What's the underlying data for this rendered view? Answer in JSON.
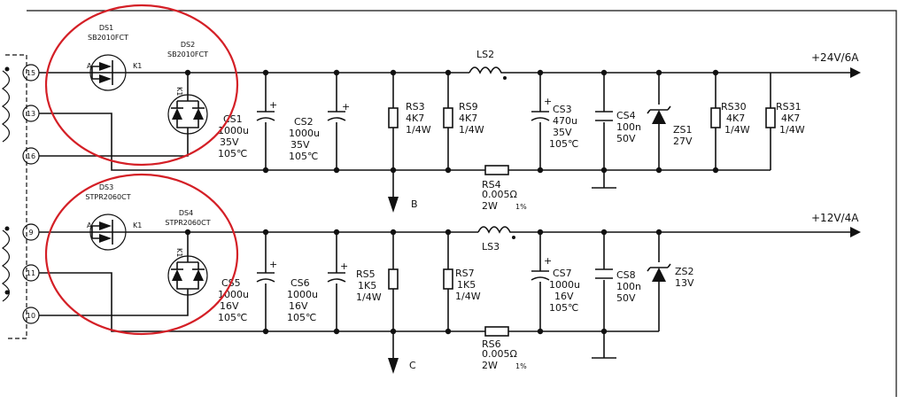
{
  "highlight_color": "#d41f26",
  "wire_color": "#111111",
  "transformer_pins": [
    "15",
    "13",
    "16",
    "9",
    "11",
    "10"
  ],
  "rails": [
    {
      "id": "top",
      "label": "+24V/6A"
    },
    {
      "id": "bottom",
      "label": "+12V/4A"
    }
  ],
  "nodes": {
    "b": "B",
    "c": "C"
  },
  "components": {
    "ds1": {
      "ref": "DS1",
      "part": "SB2010FCT",
      "pin_a": "A",
      "pin_k": "K1"
    },
    "ds2": {
      "ref": "DS2",
      "part": "SB2010FCT",
      "pin_k": "K1"
    },
    "ds3": {
      "ref": "DS3",
      "part": "STPR2060CT",
      "pin_a": "A",
      "pin_k": "K1"
    },
    "ds4": {
      "ref": "DS4",
      "part": "STPR2060CT",
      "pin_k": "K1"
    },
    "cs1": {
      "ref": "CS1",
      "v1": "1000u",
      "v2": "35V",
      "v3": "105℃"
    },
    "cs2": {
      "ref": "CS2",
      "v1": "1000u",
      "v2": "35V",
      "v3": "105℃"
    },
    "rs3": {
      "ref": "RS3",
      "v1": "4K7",
      "v2": "1/4W"
    },
    "rs9": {
      "ref": "RS9",
      "v1": "4K7",
      "v2": "1/4W"
    },
    "ls2": {
      "ref": "LS2"
    },
    "rs4": {
      "ref": "RS4",
      "v1": "0.005Ω",
      "v2": "2W",
      "v3": "1%"
    },
    "cs3": {
      "ref": "CS3",
      "v1": "470u",
      "v2": "35V",
      "v3": "105℃"
    },
    "cs4": {
      "ref": "CS4",
      "v1": "100n",
      "v2": "50V"
    },
    "zs1": {
      "ref": "ZS1",
      "v1": "27V"
    },
    "rs30": {
      "ref": "RS30",
      "v1": "4K7",
      "v2": "1/4W"
    },
    "rs31": {
      "ref": "RS31",
      "v1": "4K7",
      "v2": "1/4W"
    },
    "cs5": {
      "ref": "CS5",
      "v1": "1000u",
      "v2": "16V",
      "v3": "105℃"
    },
    "cs6": {
      "ref": "CS6",
      "v1": "1000u",
      "v2": "16V",
      "v3": "105℃"
    },
    "rs5": {
      "ref": "RS5",
      "v1": "1K5",
      "v2": "1/4W"
    },
    "rs7": {
      "ref": "RS7",
      "v1": "1K5",
      "v2": "1/4W"
    },
    "ls3": {
      "ref": "LS3"
    },
    "rs6": {
      "ref": "RS6",
      "v1": "0.005Ω",
      "v2": "2W",
      "v3": "1%"
    },
    "cs7": {
      "ref": "CS7",
      "v1": "1000u",
      "v2": "16V",
      "v3": "105℃"
    },
    "cs8": {
      "ref": "CS8",
      "v1": "100n",
      "v2": "50V"
    },
    "zs2": {
      "ref": "ZS2",
      "v1": "13V"
    }
  }
}
